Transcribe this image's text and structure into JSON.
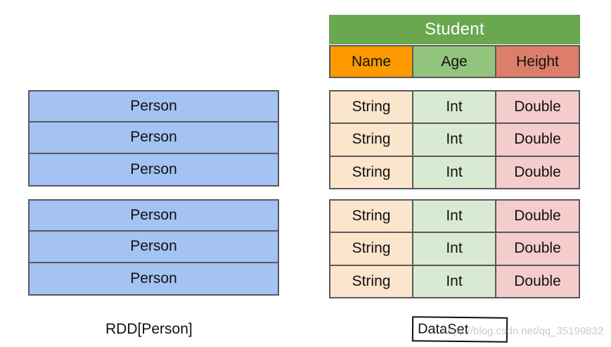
{
  "rdd": {
    "blocks": [
      [
        "Person",
        "Person",
        "Person"
      ],
      [
        "Person",
        "Person",
        "Person"
      ]
    ],
    "label": "RDD[Person]"
  },
  "dataset": {
    "title": "Student",
    "headers": [
      "Name",
      "Age",
      "Height"
    ],
    "blocks": [
      [
        [
          "String",
          "Int",
          "Double"
        ],
        [
          "String",
          "Int",
          "Double"
        ],
        [
          "String",
          "Int",
          "Double"
        ]
      ],
      [
        [
          "String",
          "Int",
          "Double"
        ],
        [
          "String",
          "Int",
          "Double"
        ],
        [
          "String",
          "Int",
          "Double"
        ]
      ]
    ],
    "label": "DataSet"
  },
  "watermark": "https://blog.csdn.net/qq_35199832",
  "colors": {
    "person_row": "#a4c2f4",
    "title_bar": "#6aa84f",
    "header_name": "#ff9900",
    "header_age": "#93c47d",
    "header_height": "#dd7e6b",
    "string_cell": "#fce5cd",
    "int_cell": "#d9ead3",
    "double_cell": "#f4cccc",
    "border": "#595959"
  }
}
